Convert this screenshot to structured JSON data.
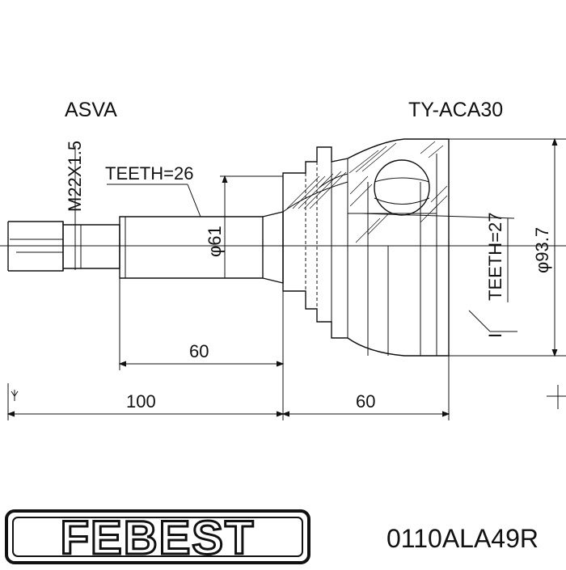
{
  "header": {
    "left_brand": "ASVA",
    "right_code": "TY-ACA30"
  },
  "dimensions": {
    "thread": "M22X1.5",
    "teeth_outer": "TEETH=26",
    "shaft_diameter": "φ61",
    "teeth_inner": "TEETH=27",
    "housing_diameter": "φ93.7",
    "shaft_length": "60",
    "overall_shaft_length": "100",
    "housing_length": "60",
    "marker_i": "I"
  },
  "footer": {
    "logo_text": "FEBEST",
    "part_number": "0110ALA49R"
  },
  "colors": {
    "ink": "#111111",
    "background": "#ffffff"
  }
}
